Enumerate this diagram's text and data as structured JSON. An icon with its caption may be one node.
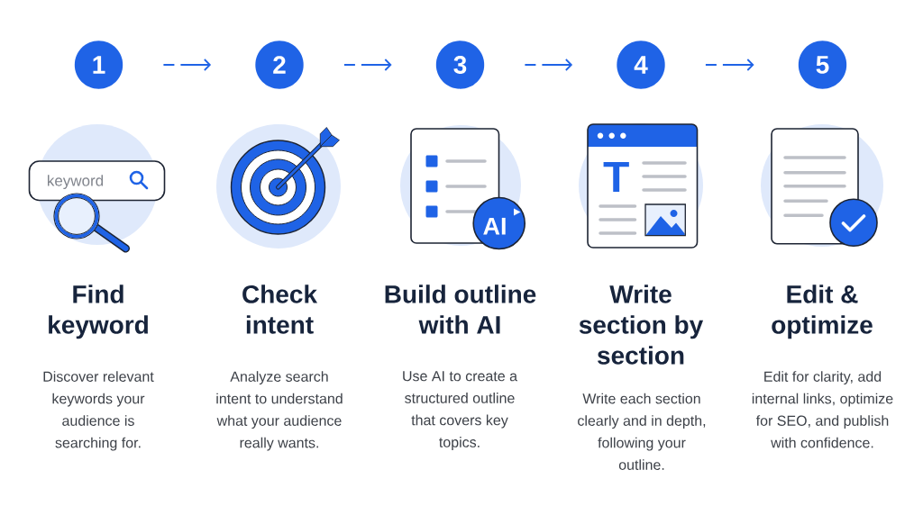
{
  "diagram": {
    "nodes": [
      {
        "text": [
          "1"
        ]
      },
      {
        "text": [
          "2"
        ]
      },
      {
        "text": [
          "3"
        ]
      },
      {
        "text": [
          "4"
        ]
      },
      {
        "text": [
          "5"
        ]
      }
    ],
    "edges": [
      {
        "from": 0,
        "to": 1,
        "arrow": "to",
        "style": "dashed"
      },
      {
        "from": 1,
        "to": 2,
        "arrow": "to",
        "style": "dashed"
      },
      {
        "from": 2,
        "to": 3,
        "arrow": "to",
        "style": "dashed"
      },
      {
        "from": 3,
        "to": 4,
        "arrow": "to",
        "style": "dashed"
      }
    ],
    "labels": [
      "keyword",
      "Find keyword",
      "Discover relevant keywords your audience is searching for.",
      "Check intent",
      "Analyze search intent to understand what your audience really wants.",
      "AI",
      "Build outline with AI",
      "Use AI to create a structured outline that covers key topics.",
      "T",
      "Write section by section",
      "Write each section clearly and in depth, following your outline.",
      "Edit & optimize",
      "Edit for clarity, add internal links, optimize for SEO, and publish with confidence."
    ]
  }
}
